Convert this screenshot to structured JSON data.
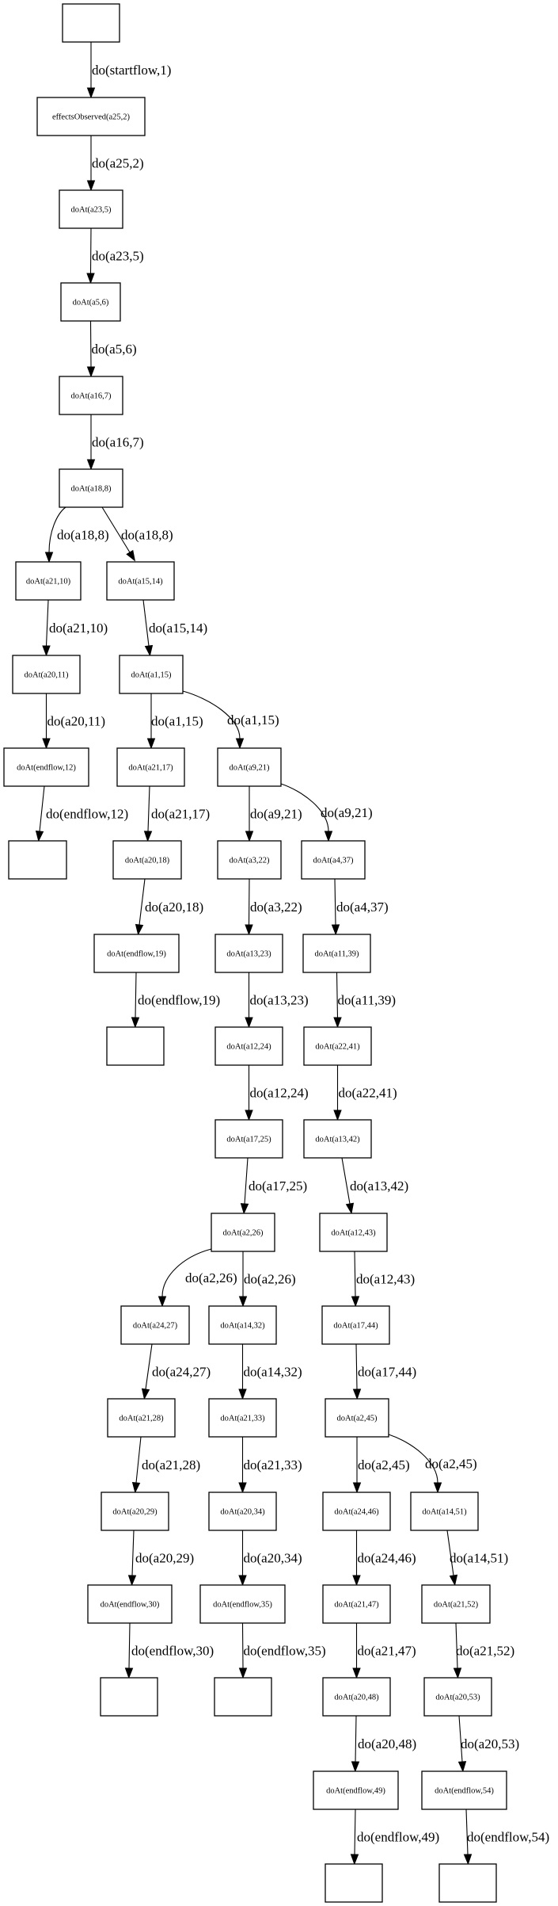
{
  "graph": {
    "type": "directed-tree",
    "nodes": [
      {
        "id": "n0",
        "label": ""
      },
      {
        "id": "n1",
        "label": "effectsObserved(a25,2)"
      },
      {
        "id": "n2",
        "label": "doAt(a23,5)"
      },
      {
        "id": "n3",
        "label": "doAt(a5,6)"
      },
      {
        "id": "n4",
        "label": "doAt(a16,7)"
      },
      {
        "id": "n5",
        "label": "doAt(a18,8)"
      },
      {
        "id": "n6",
        "label": "doAt(a21,10)"
      },
      {
        "id": "n7",
        "label": "doAt(a15,14)"
      },
      {
        "id": "n8",
        "label": "doAt(a20,11)"
      },
      {
        "id": "n9",
        "label": "doAt(a1,15)"
      },
      {
        "id": "n10",
        "label": "doAt(endflow,12)"
      },
      {
        "id": "n11",
        "label": "doAt(a21,17)"
      },
      {
        "id": "n12",
        "label": "doAt(a9,21)"
      },
      {
        "id": "n13",
        "label": ""
      },
      {
        "id": "n14",
        "label": "doAt(a20,18)"
      },
      {
        "id": "n15",
        "label": "doAt(a3,22)"
      },
      {
        "id": "n16",
        "label": "doAt(a4,37)"
      },
      {
        "id": "n17",
        "label": "doAt(endflow,19)"
      },
      {
        "id": "n18",
        "label": "doAt(a13,23)"
      },
      {
        "id": "n19",
        "label": "doAt(a11,39)"
      },
      {
        "id": "n20",
        "label": ""
      },
      {
        "id": "n21",
        "label": "doAt(a12,24)"
      },
      {
        "id": "n22",
        "label": "doAt(a22,41)"
      },
      {
        "id": "n23",
        "label": "doAt(a17,25)"
      },
      {
        "id": "n24",
        "label": "doAt(a13,42)"
      },
      {
        "id": "n25",
        "label": "doAt(a2,26)"
      },
      {
        "id": "n26",
        "label": "doAt(a12,43)"
      },
      {
        "id": "n27",
        "label": "doAt(a24,27)"
      },
      {
        "id": "n28",
        "label": "doAt(a14,32)"
      },
      {
        "id": "n29",
        "label": "doAt(a17,44)"
      },
      {
        "id": "n30",
        "label": "doAt(a21,28)"
      },
      {
        "id": "n31",
        "label": "doAt(a21,33)"
      },
      {
        "id": "n32",
        "label": "doAt(a2,45)"
      },
      {
        "id": "n33",
        "label": "doAt(a20,29)"
      },
      {
        "id": "n34",
        "label": "doAt(a20,34)"
      },
      {
        "id": "n35",
        "label": "doAt(a24,46)"
      },
      {
        "id": "n36",
        "label": "doAt(a14,51)"
      },
      {
        "id": "n37",
        "label": "doAt(endflow,30)"
      },
      {
        "id": "n38",
        "label": "doAt(endflow,35)"
      },
      {
        "id": "n39",
        "label": "doAt(a21,47)"
      },
      {
        "id": "n40",
        "label": "doAt(a21,52)"
      },
      {
        "id": "n41",
        "label": ""
      },
      {
        "id": "n42",
        "label": ""
      },
      {
        "id": "n43",
        "label": "doAt(a20,48)"
      },
      {
        "id": "n44",
        "label": "doAt(a20,53)"
      },
      {
        "id": "n45",
        "label": "doAt(endflow,49)"
      },
      {
        "id": "n46",
        "label": "doAt(endflow,54)"
      },
      {
        "id": "n47",
        "label": ""
      },
      {
        "id": "n48",
        "label": ""
      }
    ],
    "edges": [
      {
        "from": "n0",
        "to": "n1",
        "label": "do(startflow,1)"
      },
      {
        "from": "n1",
        "to": "n2",
        "label": "do(a25,2)"
      },
      {
        "from": "n2",
        "to": "n3",
        "label": "do(a23,5)"
      },
      {
        "from": "n3",
        "to": "n4",
        "label": "do(a5,6)"
      },
      {
        "from": "n4",
        "to": "n5",
        "label": "do(a16,7)"
      },
      {
        "from": "n5",
        "to": "n6",
        "label": "do(a18,8)"
      },
      {
        "from": "n5",
        "to": "n7",
        "label": "do(a18,8)"
      },
      {
        "from": "n6",
        "to": "n8",
        "label": "do(a21,10)"
      },
      {
        "from": "n7",
        "to": "n9",
        "label": "do(a15,14)"
      },
      {
        "from": "n8",
        "to": "n10",
        "label": "do(a20,11)"
      },
      {
        "from": "n9",
        "to": "n11",
        "label": "do(a1,15)"
      },
      {
        "from": "n9",
        "to": "n12",
        "label": "do(a1,15)"
      },
      {
        "from": "n10",
        "to": "n13",
        "label": "do(endflow,12)"
      },
      {
        "from": "n11",
        "to": "n14",
        "label": "do(a21,17)"
      },
      {
        "from": "n12",
        "to": "n15",
        "label": "do(a9,21)"
      },
      {
        "from": "n12",
        "to": "n16",
        "label": "do(a9,21)"
      },
      {
        "from": "n14",
        "to": "n17",
        "label": "do(a20,18)"
      },
      {
        "from": "n15",
        "to": "n18",
        "label": "do(a3,22)"
      },
      {
        "from": "n16",
        "to": "n19",
        "label": "do(a4,37)"
      },
      {
        "from": "n17",
        "to": "n20",
        "label": "do(endflow,19)"
      },
      {
        "from": "n18",
        "to": "n21",
        "label": "do(a13,23)"
      },
      {
        "from": "n19",
        "to": "n22",
        "label": "do(a11,39)"
      },
      {
        "from": "n21",
        "to": "n23",
        "label": "do(a12,24)"
      },
      {
        "from": "n22",
        "to": "n24",
        "label": "do(a22,41)"
      },
      {
        "from": "n23",
        "to": "n25",
        "label": "do(a17,25)"
      },
      {
        "from": "n24",
        "to": "n26",
        "label": "do(a13,42)"
      },
      {
        "from": "n25",
        "to": "n27",
        "label": "do(a2,26)"
      },
      {
        "from": "n25",
        "to": "n28",
        "label": "do(a2,26)"
      },
      {
        "from": "n26",
        "to": "n29",
        "label": "do(a12,43)"
      },
      {
        "from": "n27",
        "to": "n30",
        "label": "do(a24,27)"
      },
      {
        "from": "n28",
        "to": "n31",
        "label": "do(a14,32)"
      },
      {
        "from": "n29",
        "to": "n32",
        "label": "do(a17,44)"
      },
      {
        "from": "n30",
        "to": "n33",
        "label": "do(a21,28)"
      },
      {
        "from": "n31",
        "to": "n34",
        "label": "do(a21,33)"
      },
      {
        "from": "n32",
        "to": "n35",
        "label": "do(a2,45)"
      },
      {
        "from": "n32",
        "to": "n36",
        "label": "do(a2,45)"
      },
      {
        "from": "n33",
        "to": "n37",
        "label": "do(a20,29)"
      },
      {
        "from": "n34",
        "to": "n38",
        "label": "do(a20,34)"
      },
      {
        "from": "n35",
        "to": "n39",
        "label": "do(a24,46)"
      },
      {
        "from": "n36",
        "to": "n40",
        "label": "do(a14,51)"
      },
      {
        "from": "n37",
        "to": "n41",
        "label": "do(endflow,30)"
      },
      {
        "from": "n38",
        "to": "n42",
        "label": "do(endflow,35)"
      },
      {
        "from": "n39",
        "to": "n43",
        "label": "do(a21,47)"
      },
      {
        "from": "n40",
        "to": "n44",
        "label": "do(a21,52)"
      },
      {
        "from": "n43",
        "to": "n45",
        "label": "do(a20,48)"
      },
      {
        "from": "n44",
        "to": "n46",
        "label": "do(a20,53)"
      },
      {
        "from": "n45",
        "to": "n47",
        "label": "do(endflow,49)"
      },
      {
        "from": "n46",
        "to": "n48",
        "label": "do(endflow,54)"
      }
    ]
  }
}
